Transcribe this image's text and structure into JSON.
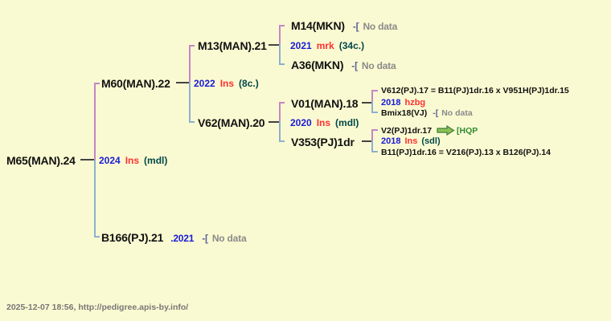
{
  "colors": {
    "background": "#FAFAD2",
    "year_blue": "#1A1AD6",
    "code_red": "#FF3030",
    "note_teal": "#004848",
    "node_black": "#111111",
    "no_data_gray": "#8A8A8A",
    "bracket_blue_gray": "#5C6399",
    "sire_line_purple": "#C586C5",
    "dam_line_blue": "#8CB0CE",
    "connector_dark": "#444444",
    "hqp_green": "#2F8B2F",
    "arrow_fill": "#8CC152",
    "arrow_stroke": "#3E7C3E",
    "footer_gray": "#777777"
  },
  "nodes": {
    "m65": "M65(MAN).24",
    "m60": "M60(MAN).22",
    "b166": "B166(PJ).21",
    "m13": "M13(MAN).21",
    "v62": "V62(MAN).20",
    "m14": "M14(MKN)",
    "a36": "A36(MKN)",
    "v01": "V01(MAN).18",
    "v353": "V353(PJ)1dr",
    "v612": "V612(PJ).17 = B11(PJ)1dr.16 x V951H(PJ)1dr.15",
    "bmix18": "Bmix18(VJ)",
    "v2": "V2(PJ)1dr.17",
    "b11": "B11(PJ)1dr.16 = V216(PJ).13 x B126(PJ).14"
  },
  "unions": {
    "m65_union": {
      "year": "2024",
      "code": "Ins",
      "note": "(mdl)"
    },
    "m60_union": {
      "year": "2022",
      "code": "Ins",
      "note": "(8c.)"
    },
    "m13_union": {
      "year": "2021",
      "code": "mrk",
      "note": "(34c.)"
    },
    "v62_union": {
      "year": "2020",
      "code": "Ins",
      "note": "(mdl)"
    },
    "v01_union": {
      "year": "2018",
      "code": "hzbg"
    },
    "v353_union": {
      "year": "2018",
      "code": "Ins",
      "note": "(sdl)"
    }
  },
  "annotations": {
    "no_data_bracket": "-[",
    "no_data": "No data",
    "b166_year": ".2021",
    "hqp_tag": "[HQP",
    "arrow_icon": "right-block-arrow"
  },
  "footer": {
    "caption": "2025-12-07 18:56, http://pedigree.apis-by.info/"
  }
}
